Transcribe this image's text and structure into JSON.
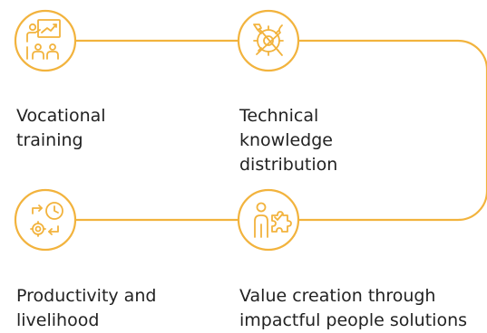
{
  "accent_color": "#f2b33d",
  "text_color": "#222222",
  "steps": [
    {
      "label_lines": [
        "Vocational",
        "training"
      ],
      "icon": "classroom-training-icon"
    },
    {
      "label_lines": [
        "Technical",
        "knowledge",
        "distribution"
      ],
      "icon": "gear-tools-icon"
    },
    {
      "label_lines": [
        "Productivity and",
        "livelihood"
      ],
      "icon": "productivity-cycle-icon"
    },
    {
      "label_lines": [
        "Value creation through",
        "impactful people solutions"
      ],
      "icon": "person-puzzle-icon"
    }
  ]
}
